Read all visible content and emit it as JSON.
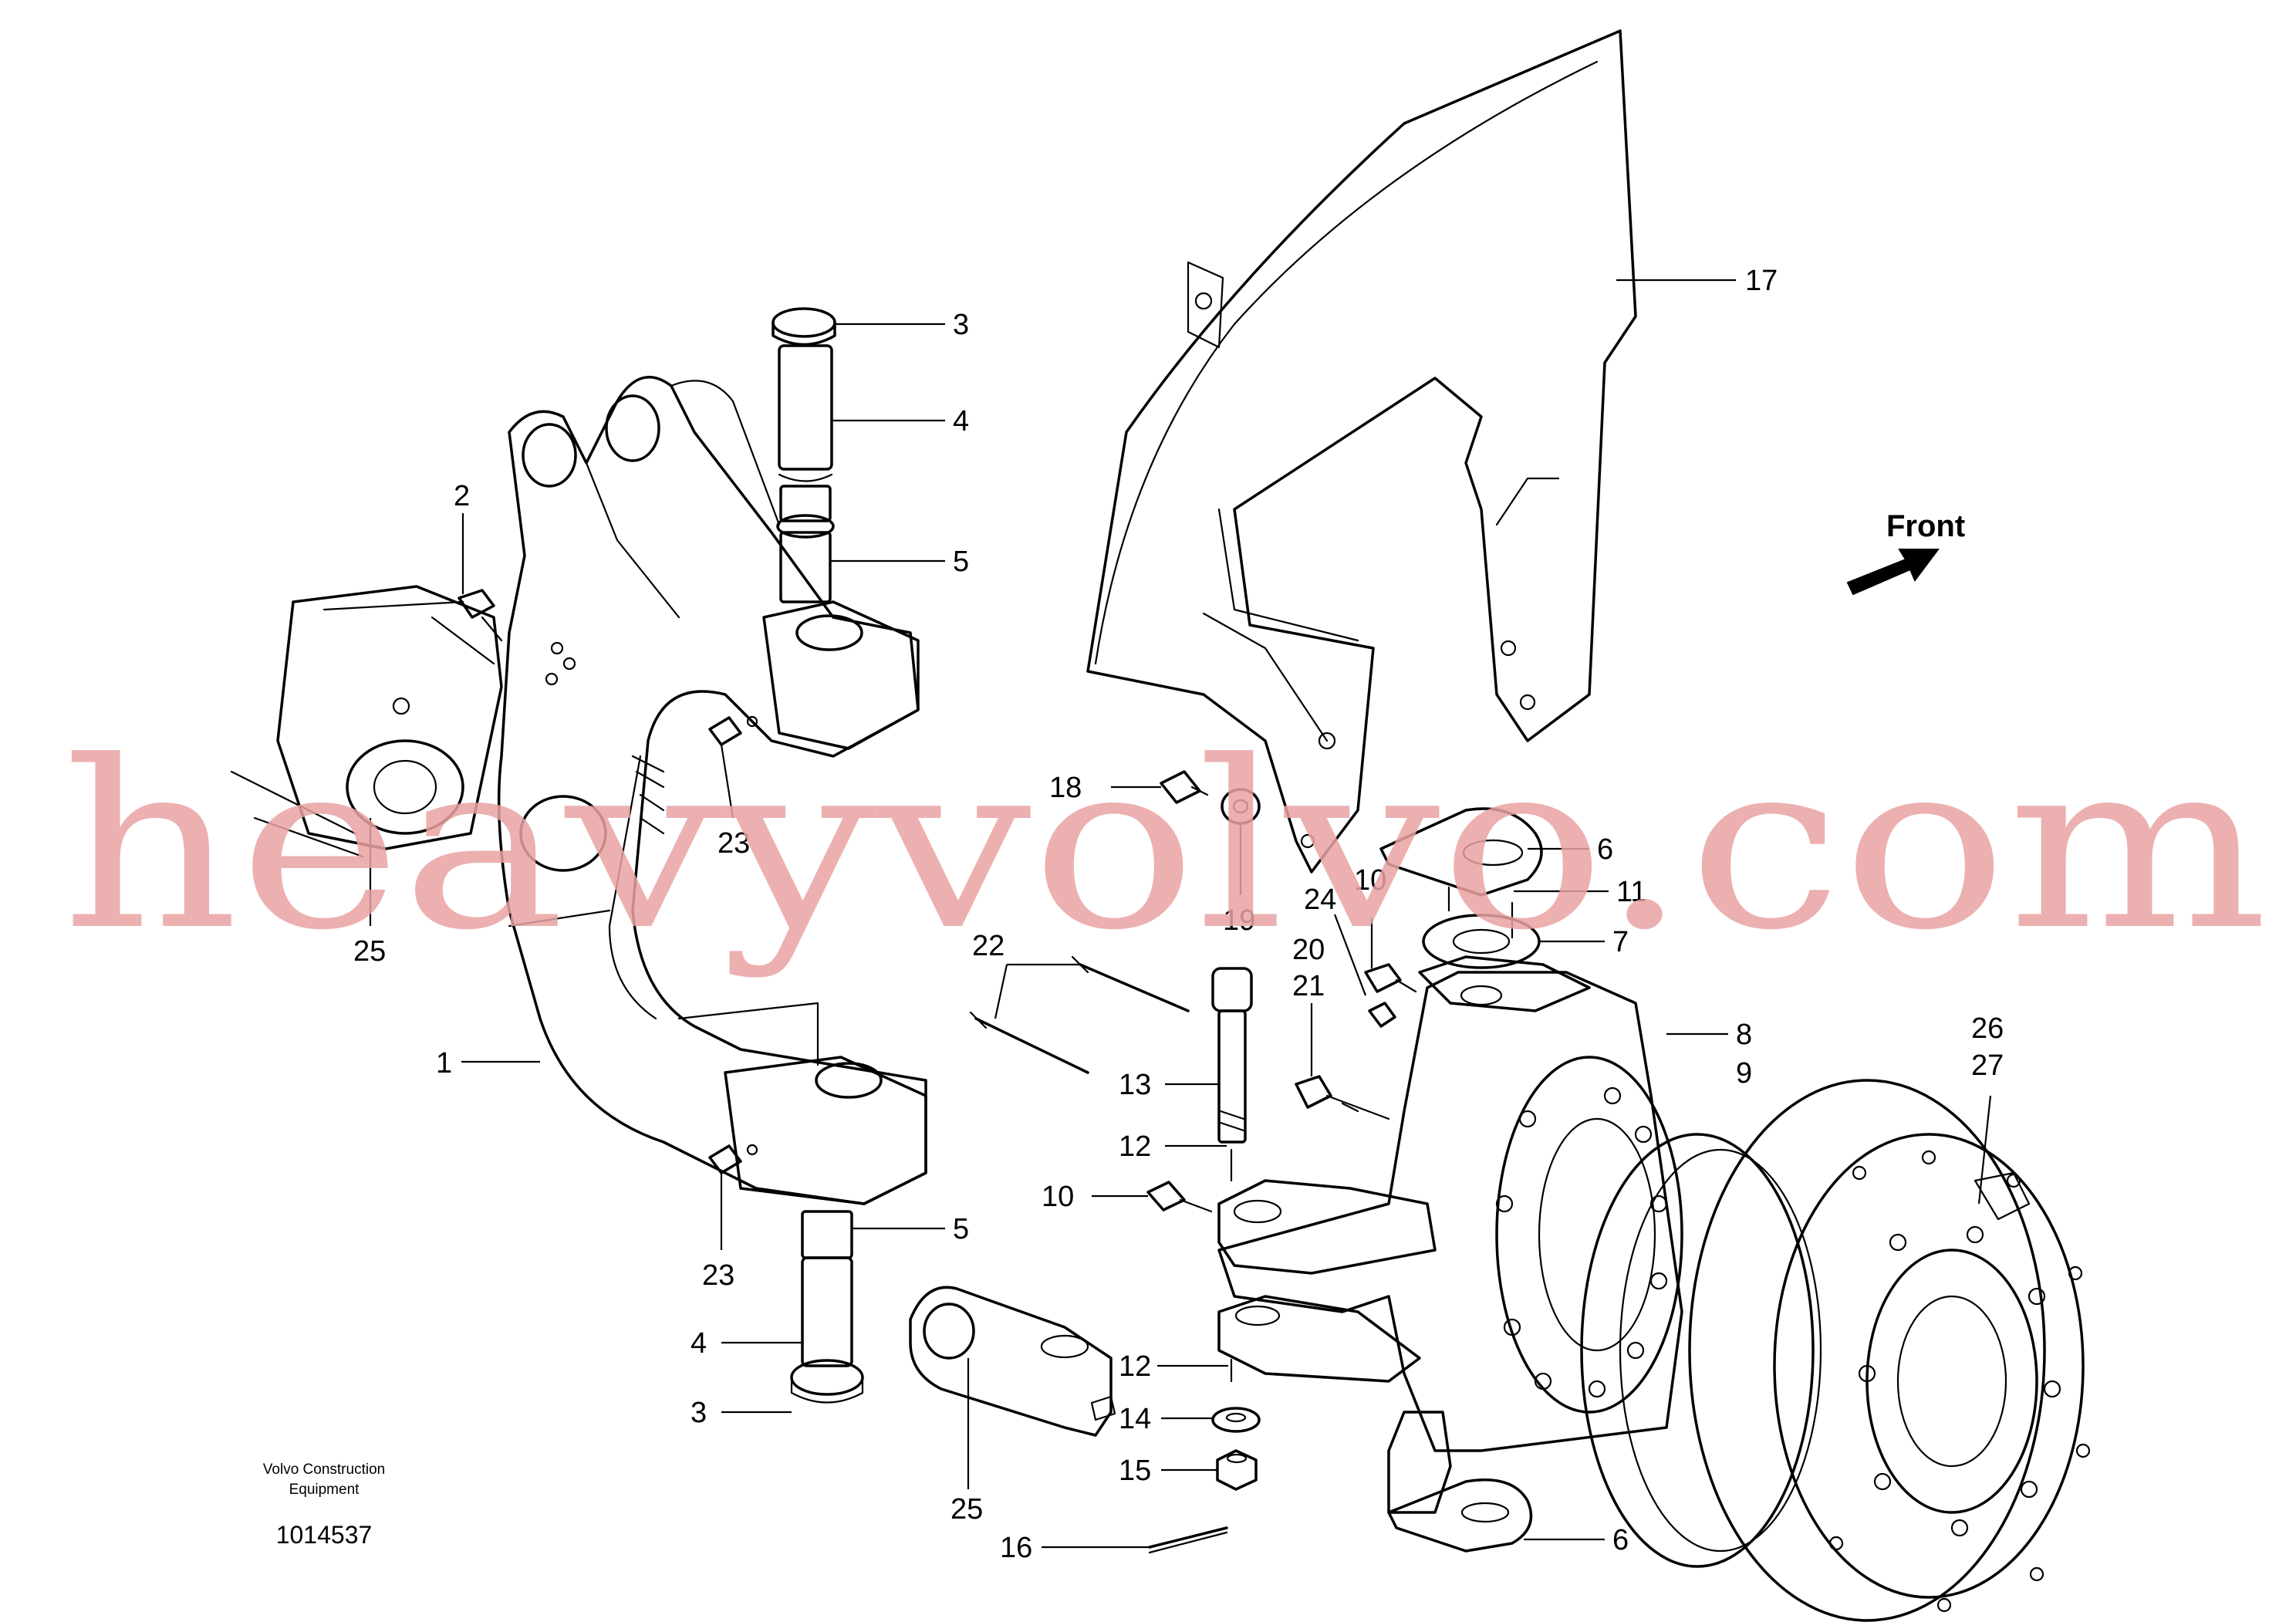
{
  "watermark": "heavyvolvo.com",
  "direction": {
    "label": "Front"
  },
  "footer": {
    "company_line1": "Volvo Construction",
    "company_line2": "Equipment",
    "doc_number": "1014537"
  },
  "callouts": [
    {
      "id": "c3a",
      "text": "3"
    },
    {
      "id": "c4a",
      "text": "4"
    },
    {
      "id": "c5a",
      "text": "5"
    },
    {
      "id": "c2",
      "text": "2"
    },
    {
      "id": "c23a",
      "text": "23"
    },
    {
      "id": "c25a",
      "text": "25"
    },
    {
      "id": "c1",
      "text": "1"
    },
    {
      "id": "c23b",
      "text": "23"
    },
    {
      "id": "c5b",
      "text": "5"
    },
    {
      "id": "c4b",
      "text": "4"
    },
    {
      "id": "c3b",
      "text": "3"
    },
    {
      "id": "c17",
      "text": "17"
    },
    {
      "id": "c18",
      "text": "18"
    },
    {
      "id": "c19",
      "text": "19"
    },
    {
      "id": "c22",
      "text": "22"
    },
    {
      "id": "c13",
      "text": "13"
    },
    {
      "id": "c12a",
      "text": "12"
    },
    {
      "id": "c10a",
      "text": "10"
    },
    {
      "id": "c6a",
      "text": "6"
    },
    {
      "id": "c11",
      "text": "11"
    },
    {
      "id": "c7",
      "text": "7"
    },
    {
      "id": "c24",
      "text": "24"
    },
    {
      "id": "c10b",
      "text": "10"
    },
    {
      "id": "c20",
      "text": "20"
    },
    {
      "id": "c21",
      "text": "21"
    },
    {
      "id": "c8",
      "text": "8"
    },
    {
      "id": "c9",
      "text": "9"
    },
    {
      "id": "c26",
      "text": "26"
    },
    {
      "id": "c27",
      "text": "27"
    },
    {
      "id": "c12b",
      "text": "12"
    },
    {
      "id": "c14",
      "text": "14"
    },
    {
      "id": "c15",
      "text": "15"
    },
    {
      "id": "c25b",
      "text": "25"
    },
    {
      "id": "c16",
      "text": "16"
    },
    {
      "id": "c6b",
      "text": "6"
    }
  ]
}
